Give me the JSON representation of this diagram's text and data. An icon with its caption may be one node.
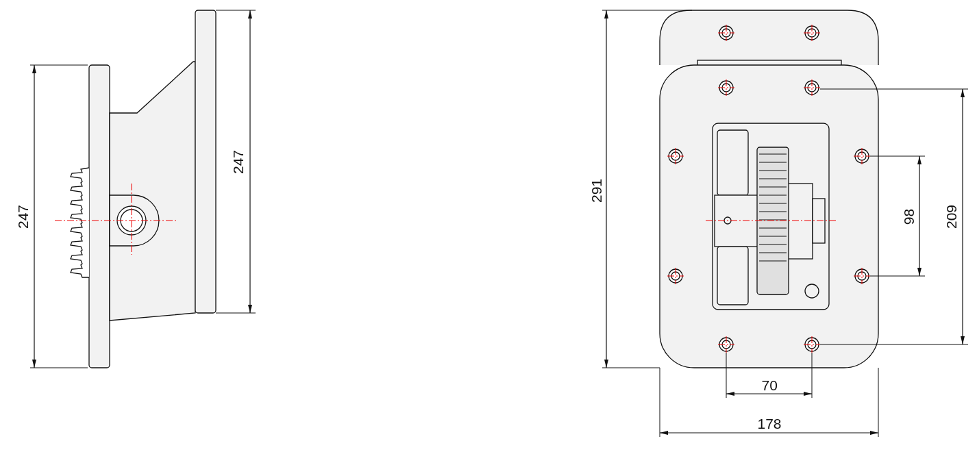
{
  "diagram": {
    "labels": [
      "247",
      "247",
      "291",
      "98",
      "209",
      "70",
      "178"
    ]
  }
}
